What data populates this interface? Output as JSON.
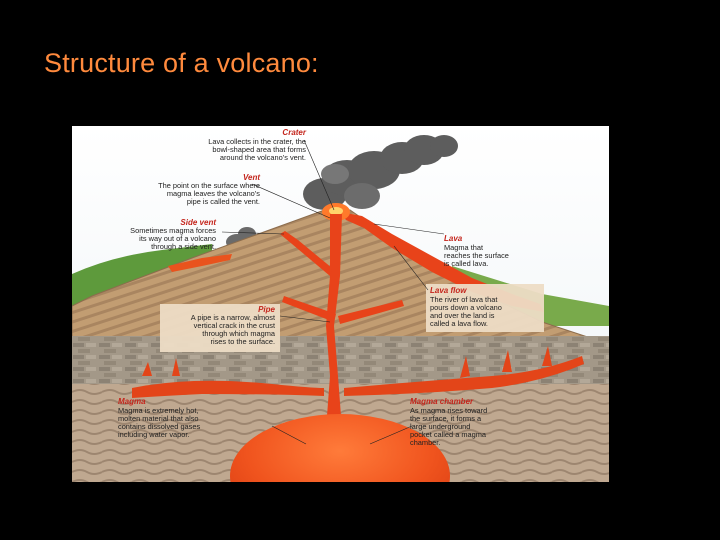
{
  "slide": {
    "title": "Structure of a volcano:",
    "accent_color": "#ff8a3d",
    "background": "#000000"
  },
  "diagram": {
    "callouts": {
      "crater": {
        "title": "Crater",
        "lines": [
          "Lava collects in the crater, the",
          "bowl-shaped area that forms",
          "around the volcano’s vent."
        ]
      },
      "vent": {
        "title": "Vent",
        "lines": [
          "The point on the surface where",
          "magma leaves the volcano’s",
          "pipe is called the vent."
        ]
      },
      "side_vent": {
        "title": "Side vent",
        "lines": [
          "Sometimes magma forces",
          "its way out of a volcano",
          "through a side vent."
        ]
      },
      "lava": {
        "title": "Lava",
        "lines": [
          "Magma that",
          "reaches the surface",
          "is called lava."
        ]
      },
      "lava_flow": {
        "title": "Lava flow",
        "lines": [
          "The river of lava that",
          "pours down a volcano",
          "and over the land is",
          "called a lava flow."
        ]
      },
      "pipe": {
        "title": "Pipe",
        "lines": [
          "A pipe is a narrow, almost",
          "vertical crack in the crust",
          "through which magma",
          "rises to the surface."
        ]
      },
      "magma": {
        "title": "Magma",
        "lines": [
          "Magma is extremely hot,",
          "molten material that also",
          "contains dissolved gases",
          "including water vapor."
        ]
      },
      "magma_chamber": {
        "title": "Magma chamber",
        "lines": [
          "As magma rises toward",
          "the surface, it forms a",
          "large underground",
          "pocket called a magma",
          "chamber."
        ]
      }
    }
  }
}
